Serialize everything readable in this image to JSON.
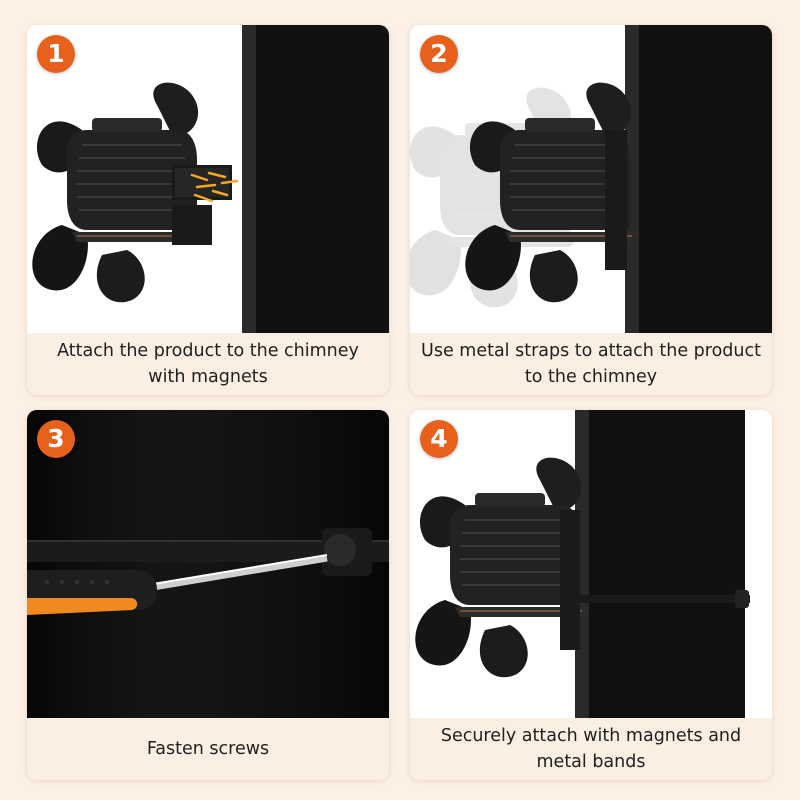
{
  "steps": [
    {
      "number": "1",
      "caption": "Attach the product to the chimney with magnets",
      "image": "fan-magnet-attach"
    },
    {
      "number": "2",
      "caption": "Use metal straps to attach the product to the chimney",
      "image": "fan-strap-attach"
    },
    {
      "number": "3",
      "caption": "Fasten screws",
      "image": "screwdriver-strap-clamp"
    },
    {
      "number": "4",
      "caption": "Securely attach with magnets and metal bands",
      "image": "fan-magnet-band-attach"
    }
  ],
  "colors": {
    "accent": "#e8611c",
    "caption_bg": "#fbeee3",
    "page_bg": "#fdf1e6",
    "pipe": "#111111"
  }
}
